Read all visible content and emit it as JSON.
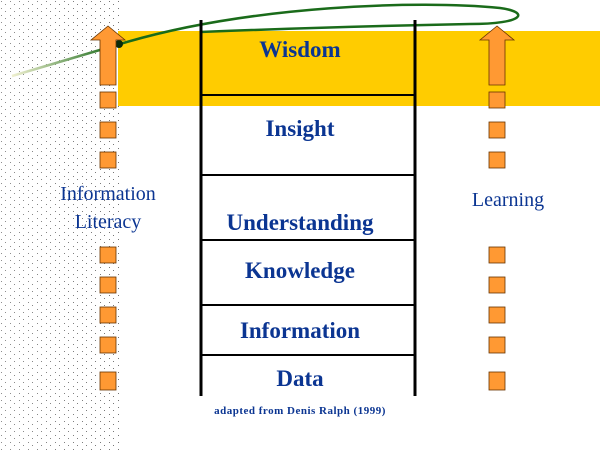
{
  "levels": [
    "Wisdom",
    "Insight",
    "Understanding",
    "Knowledge",
    "Information",
    "Data"
  ],
  "left_label": {
    "line1": "Information",
    "line2": "Literacy"
  },
  "right_label": "Learning",
  "citation": "adapted from Denis Ralph (1999)",
  "colors": {
    "band": "#ffcc00",
    "arrow": "#ff9933",
    "text": "#0b3592",
    "orbit": "#1a6b1a"
  }
}
